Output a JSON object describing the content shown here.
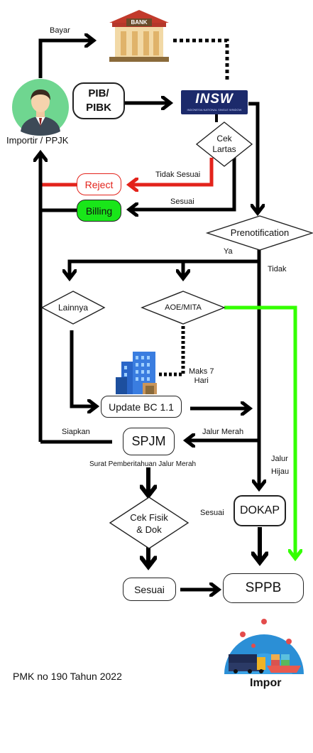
{
  "nodes": {
    "importir": "Importir / PPJK",
    "pib": "PIB/\nPIBK",
    "bank": "BANK",
    "insw_logo": "INSW",
    "insw_caption": "INDONESIA NATIONAL SINGLE WINDOW",
    "cek_lartas": "Cek\nLartas",
    "reject": "Reject",
    "billing": "Billing",
    "prenotification": "Prenotification",
    "lainnya": "Lainnya",
    "aoe_mita": "AOE/MITA",
    "update_bc": "Update BC 1.1",
    "spjm": "SPJM",
    "cek_fisik": "Cek Fisik\n& Dok",
    "sesuai_box": "Sesuai",
    "sppb": "SPPB",
    "dokap": "DOKAP",
    "impor": "Impor"
  },
  "labels": {
    "bayar": "Bayar",
    "tidak_sesuai": "Tidak Sesuai",
    "sesuai_billing": "Sesuai",
    "ya": "Ya",
    "tidak": "Tidak",
    "maks": "Maks 7\nHari",
    "siapkan": "Siapkan",
    "jalur_merah": "Jalur Merah",
    "surat": "Surat Pemberitahuan Jalur Merah",
    "jalur_hijau": "Jalur\nHijau",
    "sesuai_dokap": "Sesuai"
  },
  "footer": {
    "regulation": "PMK no 190 Tahun 2022"
  },
  "colors": {
    "flow": "#000000",
    "reject": "#e3231b",
    "green_path": "#33ff00",
    "billing_fill": "#19e619",
    "avatar_bg": "#6fd690",
    "bank_roof": "#c23a2b",
    "bank_body": "#f2d9a6",
    "insw_bg": "#1c2a6b",
    "building": "#2a66c9"
  }
}
